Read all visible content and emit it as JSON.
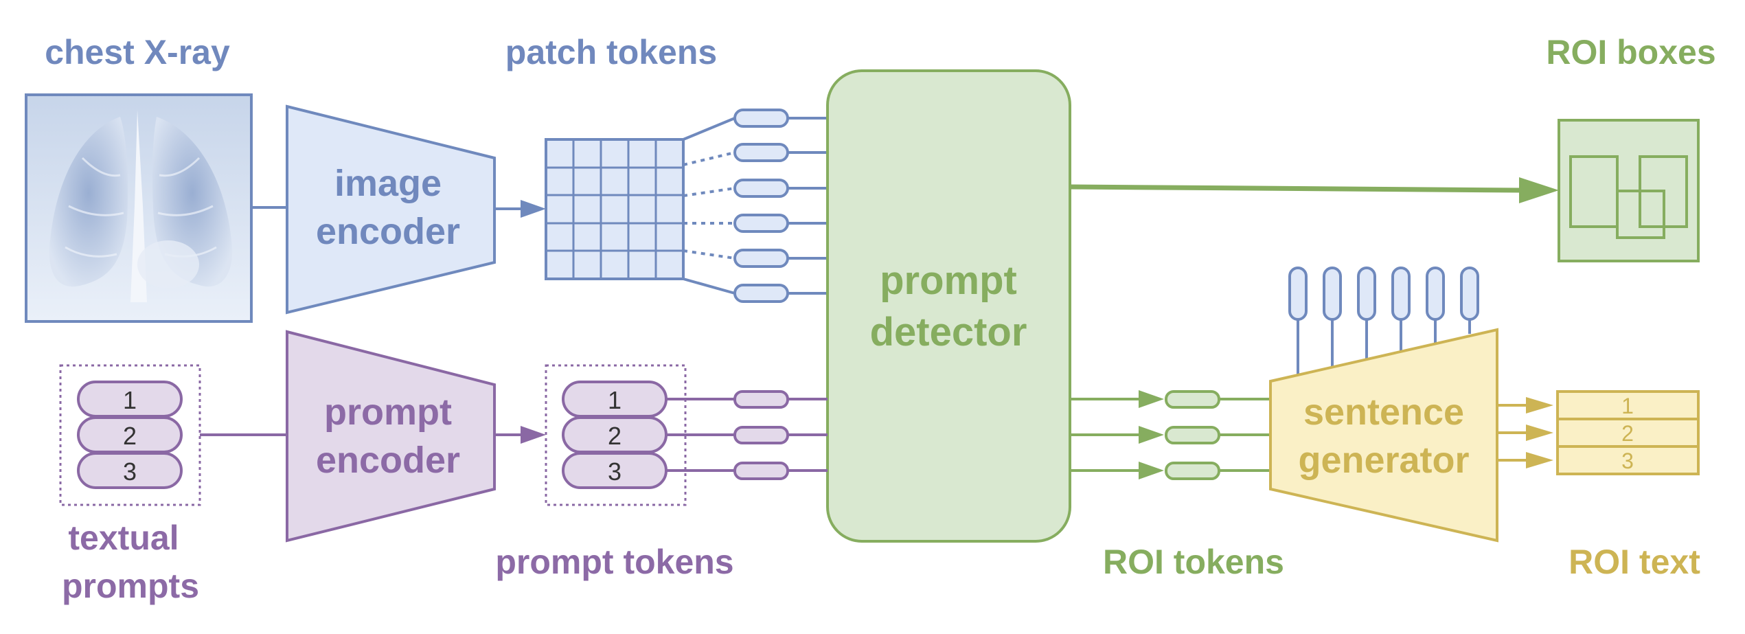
{
  "labels": {
    "chest_xray": "chest X-ray",
    "patch_tokens": "patch tokens",
    "roi_boxes": "ROI boxes",
    "image_encoder_line1": "image",
    "image_encoder_line2": "encoder",
    "prompt_detector_line1": "prompt",
    "prompt_detector_line2": "detector",
    "prompt_encoder_line1": "prompt",
    "prompt_encoder_line2": "encoder",
    "sentence_generator_line1": "sentence",
    "sentence_generator_line2": "generator",
    "textual_prompts_line1": "textual",
    "textual_prompts_line2": "prompts",
    "prompt_tokens": "prompt tokens",
    "roi_tokens": "ROI tokens",
    "roi_text": "ROI text"
  },
  "textual_prompts": [
    "1",
    "2",
    "3"
  ],
  "prompt_token_items": [
    "1",
    "2",
    "3"
  ],
  "roi_text_rows": [
    "1",
    "2",
    "3"
  ],
  "colors": {
    "blue_stroke": "#6f89bd",
    "blue_fill": "#dfe8f8",
    "blue_text": "#7088bd",
    "purple_stroke": "#8a68a4",
    "purple_fill": "#e3d9ea",
    "purple_text": "#8c6aa6",
    "green_stroke": "#86ad5f",
    "green_fill": "#d9e8d0",
    "green_text": "#86ad5f",
    "yellow_stroke": "#cdb454",
    "yellow_fill": "#faf0c6",
    "yellow_text": "#cdb454"
  }
}
